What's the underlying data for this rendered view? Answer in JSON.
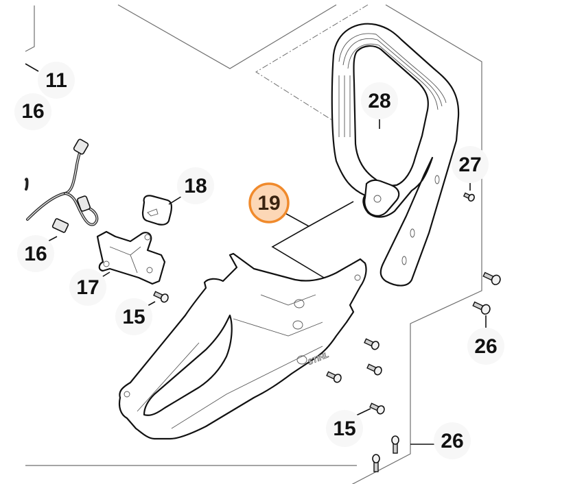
{
  "diagram": {
    "type": "exploded-parts-view",
    "subject": "rear handle assembly",
    "highlight_color": "#f08a2c",
    "highlight_fill": "#fcd7b6",
    "brand_mark": "STIHL",
    "callouts": [
      {
        "id": "c11",
        "label": "11",
        "highlighted": false
      },
      {
        "id": "c16a",
        "label": "16",
        "highlighted": false
      },
      {
        "id": "c16b",
        "label": "16",
        "highlighted": false
      },
      {
        "id": "c17",
        "label": "17",
        "highlighted": false
      },
      {
        "id": "c18",
        "label": "18",
        "highlighted": false
      },
      {
        "id": "c19",
        "label": "19",
        "highlighted": true
      },
      {
        "id": "c15a",
        "label": "15",
        "highlighted": false
      },
      {
        "id": "c15b",
        "label": "15",
        "highlighted": false
      },
      {
        "id": "c26a",
        "label": "26",
        "highlighted": false
      },
      {
        "id": "c26b",
        "label": "26",
        "highlighted": false
      },
      {
        "id": "c27",
        "label": "27",
        "highlighted": false
      },
      {
        "id": "c28",
        "label": "28",
        "highlighted": false
      }
    ]
  }
}
